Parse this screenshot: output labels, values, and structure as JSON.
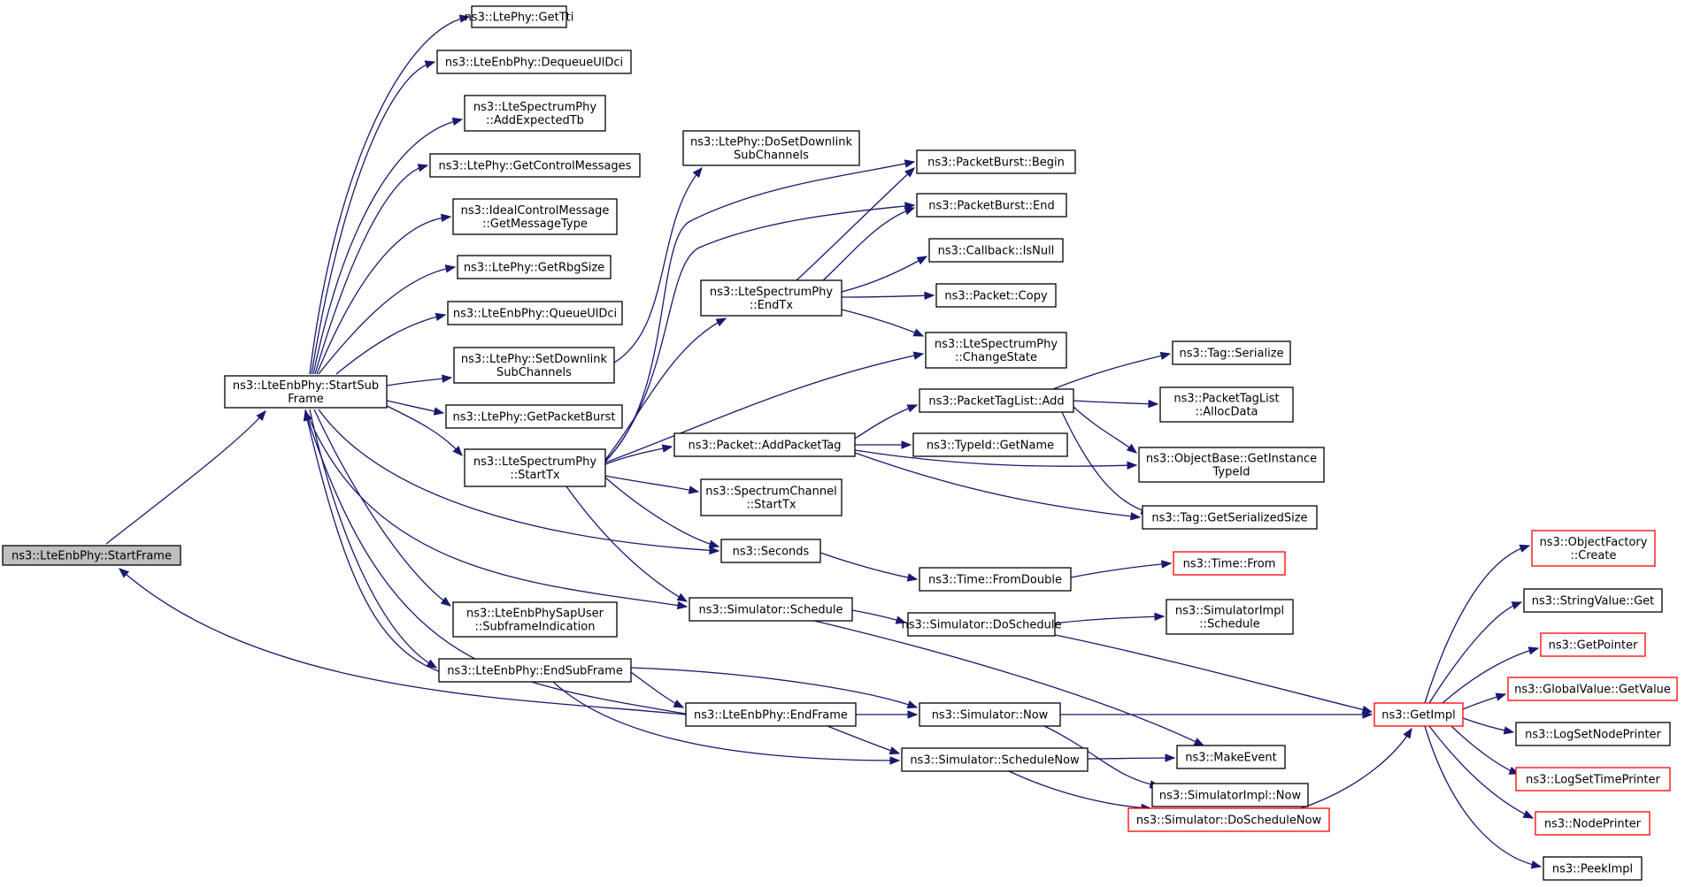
{
  "colors": {
    "edge": "#191970",
    "normal_border": "#000000",
    "truncated_border": "#ff0000",
    "root_fill": "#bfbfbf",
    "node_fill": "#ffffff"
  },
  "nodes": [
    {
      "id": "startframe",
      "lines": [
        "ns3::LteEnbPhy::StartFrame"
      ],
      "root": true
    },
    {
      "id": "startsubframe",
      "lines": [
        "ns3::LteEnbPhy::StartSub",
        "Frame"
      ]
    },
    {
      "id": "gettti",
      "lines": [
        "ns3::LtePhy::GetTti"
      ]
    },
    {
      "id": "dequeueuldci",
      "lines": [
        "ns3::LteEnbPhy::DequeueUlDci"
      ]
    },
    {
      "id": "addexpectedtb",
      "lines": [
        "ns3::LteSpectrumPhy",
        "::AddExpectedTb"
      ]
    },
    {
      "id": "getcontrolmessages",
      "lines": [
        "ns3::LtePhy::GetControlMessages"
      ]
    },
    {
      "id": "getmessagetype",
      "lines": [
        "ns3::IdealControlMessage",
        "::GetMessageType"
      ]
    },
    {
      "id": "getrbgsize",
      "lines": [
        "ns3::LtePhy::GetRbgSize"
      ]
    },
    {
      "id": "queueuldci",
      "lines": [
        "ns3::LteEnbPhy::QueueUlDci"
      ]
    },
    {
      "id": "setdownlink",
      "lines": [
        "ns3::LtePhy::SetDownlink",
        "SubChannels"
      ]
    },
    {
      "id": "getpacketburst",
      "lines": [
        "ns3::LtePhy::GetPacketBurst"
      ]
    },
    {
      "id": "starttx",
      "lines": [
        "ns3::LteSpectrumPhy",
        "::StartTx"
      ]
    },
    {
      "id": "sapuser",
      "lines": [
        "ns3::LteEnbPhySapUser",
        "::SubframeIndication"
      ]
    },
    {
      "id": "endsubframe",
      "lines": [
        "ns3::LteEnbPhy::EndSubFrame"
      ]
    },
    {
      "id": "dosetdownlink",
      "lines": [
        "ns3::LtePhy::DoSetDownlink",
        "SubChannels"
      ]
    },
    {
      "id": "endtx",
      "lines": [
        "ns3::LteSpectrumPhy",
        "::EndTx"
      ]
    },
    {
      "id": "addpackettag",
      "lines": [
        "ns3::Packet::AddPacketTag"
      ]
    },
    {
      "id": "chstarttx",
      "lines": [
        "ns3::SpectrumChannel",
        "::StartTx"
      ]
    },
    {
      "id": "seconds",
      "lines": [
        "ns3::Seconds"
      ]
    },
    {
      "id": "schedule",
      "lines": [
        "ns3::Simulator::Schedule"
      ]
    },
    {
      "id": "endframe",
      "lines": [
        "ns3::LteEnbPhy::EndFrame"
      ]
    },
    {
      "id": "pbbegin",
      "lines": [
        "ns3::PacketBurst::Begin"
      ]
    },
    {
      "id": "pbend",
      "lines": [
        "ns3::PacketBurst::End"
      ]
    },
    {
      "id": "isnull",
      "lines": [
        "ns3::Callback::IsNull"
      ]
    },
    {
      "id": "copy",
      "lines": [
        "ns3::Packet::Copy"
      ]
    },
    {
      "id": "changestate",
      "lines": [
        "ns3::LteSpectrumPhy",
        "::ChangeState"
      ]
    },
    {
      "id": "ptladd",
      "lines": [
        "ns3::PacketTagList::Add"
      ]
    },
    {
      "id": "getname",
      "lines": [
        "ns3::TypeId::GetName"
      ]
    },
    {
      "id": "fromdouble",
      "lines": [
        "ns3::Time::FromDouble"
      ]
    },
    {
      "id": "doschedule",
      "lines": [
        "ns3::Simulator::DoSchedule"
      ]
    },
    {
      "id": "simnow",
      "lines": [
        "ns3::Simulator::Now"
      ]
    },
    {
      "id": "schedulenow",
      "lines": [
        "ns3::Simulator::ScheduleNow"
      ]
    },
    {
      "id": "tagserialize",
      "lines": [
        "ns3::Tag::Serialize"
      ]
    },
    {
      "id": "allocdata",
      "lines": [
        "ns3::PacketTagList",
        "::AllocData"
      ]
    },
    {
      "id": "getinstancetypeid",
      "lines": [
        "ns3::ObjectBase::GetInstance",
        "TypeId"
      ]
    },
    {
      "id": "getserializedsize",
      "lines": [
        "ns3::Tag::GetSerializedSize"
      ]
    },
    {
      "id": "timefrom",
      "lines": [
        "ns3::Time::From"
      ],
      "truncated": true
    },
    {
      "id": "implschedule",
      "lines": [
        "ns3::SimulatorImpl",
        "::Schedule"
      ]
    },
    {
      "id": "makeevent",
      "lines": [
        "ns3::MakeEvent"
      ]
    },
    {
      "id": "implnow",
      "lines": [
        "ns3::SimulatorImpl::Now"
      ]
    },
    {
      "id": "doschedulenow",
      "lines": [
        "ns3::Simulator::DoScheduleNow"
      ],
      "truncated": true
    },
    {
      "id": "getimpl",
      "lines": [
        "ns3::GetImpl"
      ],
      "truncated": true
    },
    {
      "id": "ofcreate",
      "lines": [
        "ns3::ObjectFactory",
        "::Create"
      ],
      "truncated": true
    },
    {
      "id": "svget",
      "lines": [
        "ns3::StringValue::Get"
      ]
    },
    {
      "id": "getpointer",
      "lines": [
        "ns3::GetPointer"
      ],
      "truncated": true
    },
    {
      "id": "gvgetvalue",
      "lines": [
        "ns3::GlobalValue::GetValue"
      ],
      "truncated": true
    },
    {
      "id": "lognodeprinter",
      "lines": [
        "ns3::LogSetNodePrinter"
      ]
    },
    {
      "id": "logtimeprinter",
      "lines": [
        "ns3::LogSetTimePrinter"
      ],
      "truncated": true
    },
    {
      "id": "nodeprinter",
      "lines": [
        "ns3::NodePrinter"
      ],
      "truncated": true
    },
    {
      "id": "peekimpl",
      "lines": [
        "ns3::PeekImpl"
      ]
    }
  ]
}
